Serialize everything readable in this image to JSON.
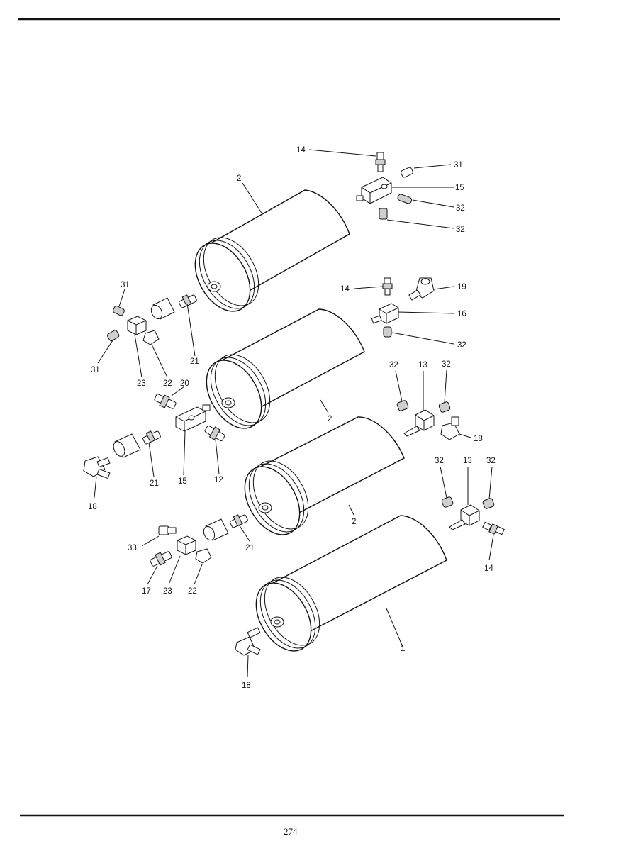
{
  "page_number": "274",
  "callouts": {
    "c_14_top": "14",
    "c_2_a": "2",
    "c_31_tr": "31",
    "c_15_tr": "15",
    "c_32_tr1": "32",
    "c_32_tr2": "32",
    "c_31_l1": "31",
    "c_31_l2": "31",
    "c_23_a": "23",
    "c_22_a": "22",
    "c_20": "20",
    "c_21_a": "21",
    "c_14_mid": "14",
    "c_19": "19",
    "c_16": "16",
    "c_32_mid": "32",
    "c_32_r1": "32",
    "c_13_a": "13",
    "c_32_r2": "32",
    "c_18_r": "18",
    "c_2_b": "2",
    "c_15_l": "15",
    "c_12": "12",
    "c_21_b": "21",
    "c_18_l": "18",
    "c_32_r3": "32",
    "c_13_b": "13",
    "c_32_r4": "32",
    "c_2_c": "2",
    "c_21_c": "21",
    "c_33": "33",
    "c_17": "17",
    "c_23_b": "23",
    "c_22_b": "22",
    "c_14_br": "14",
    "c_1": "1",
    "c_18_b": "18"
  }
}
